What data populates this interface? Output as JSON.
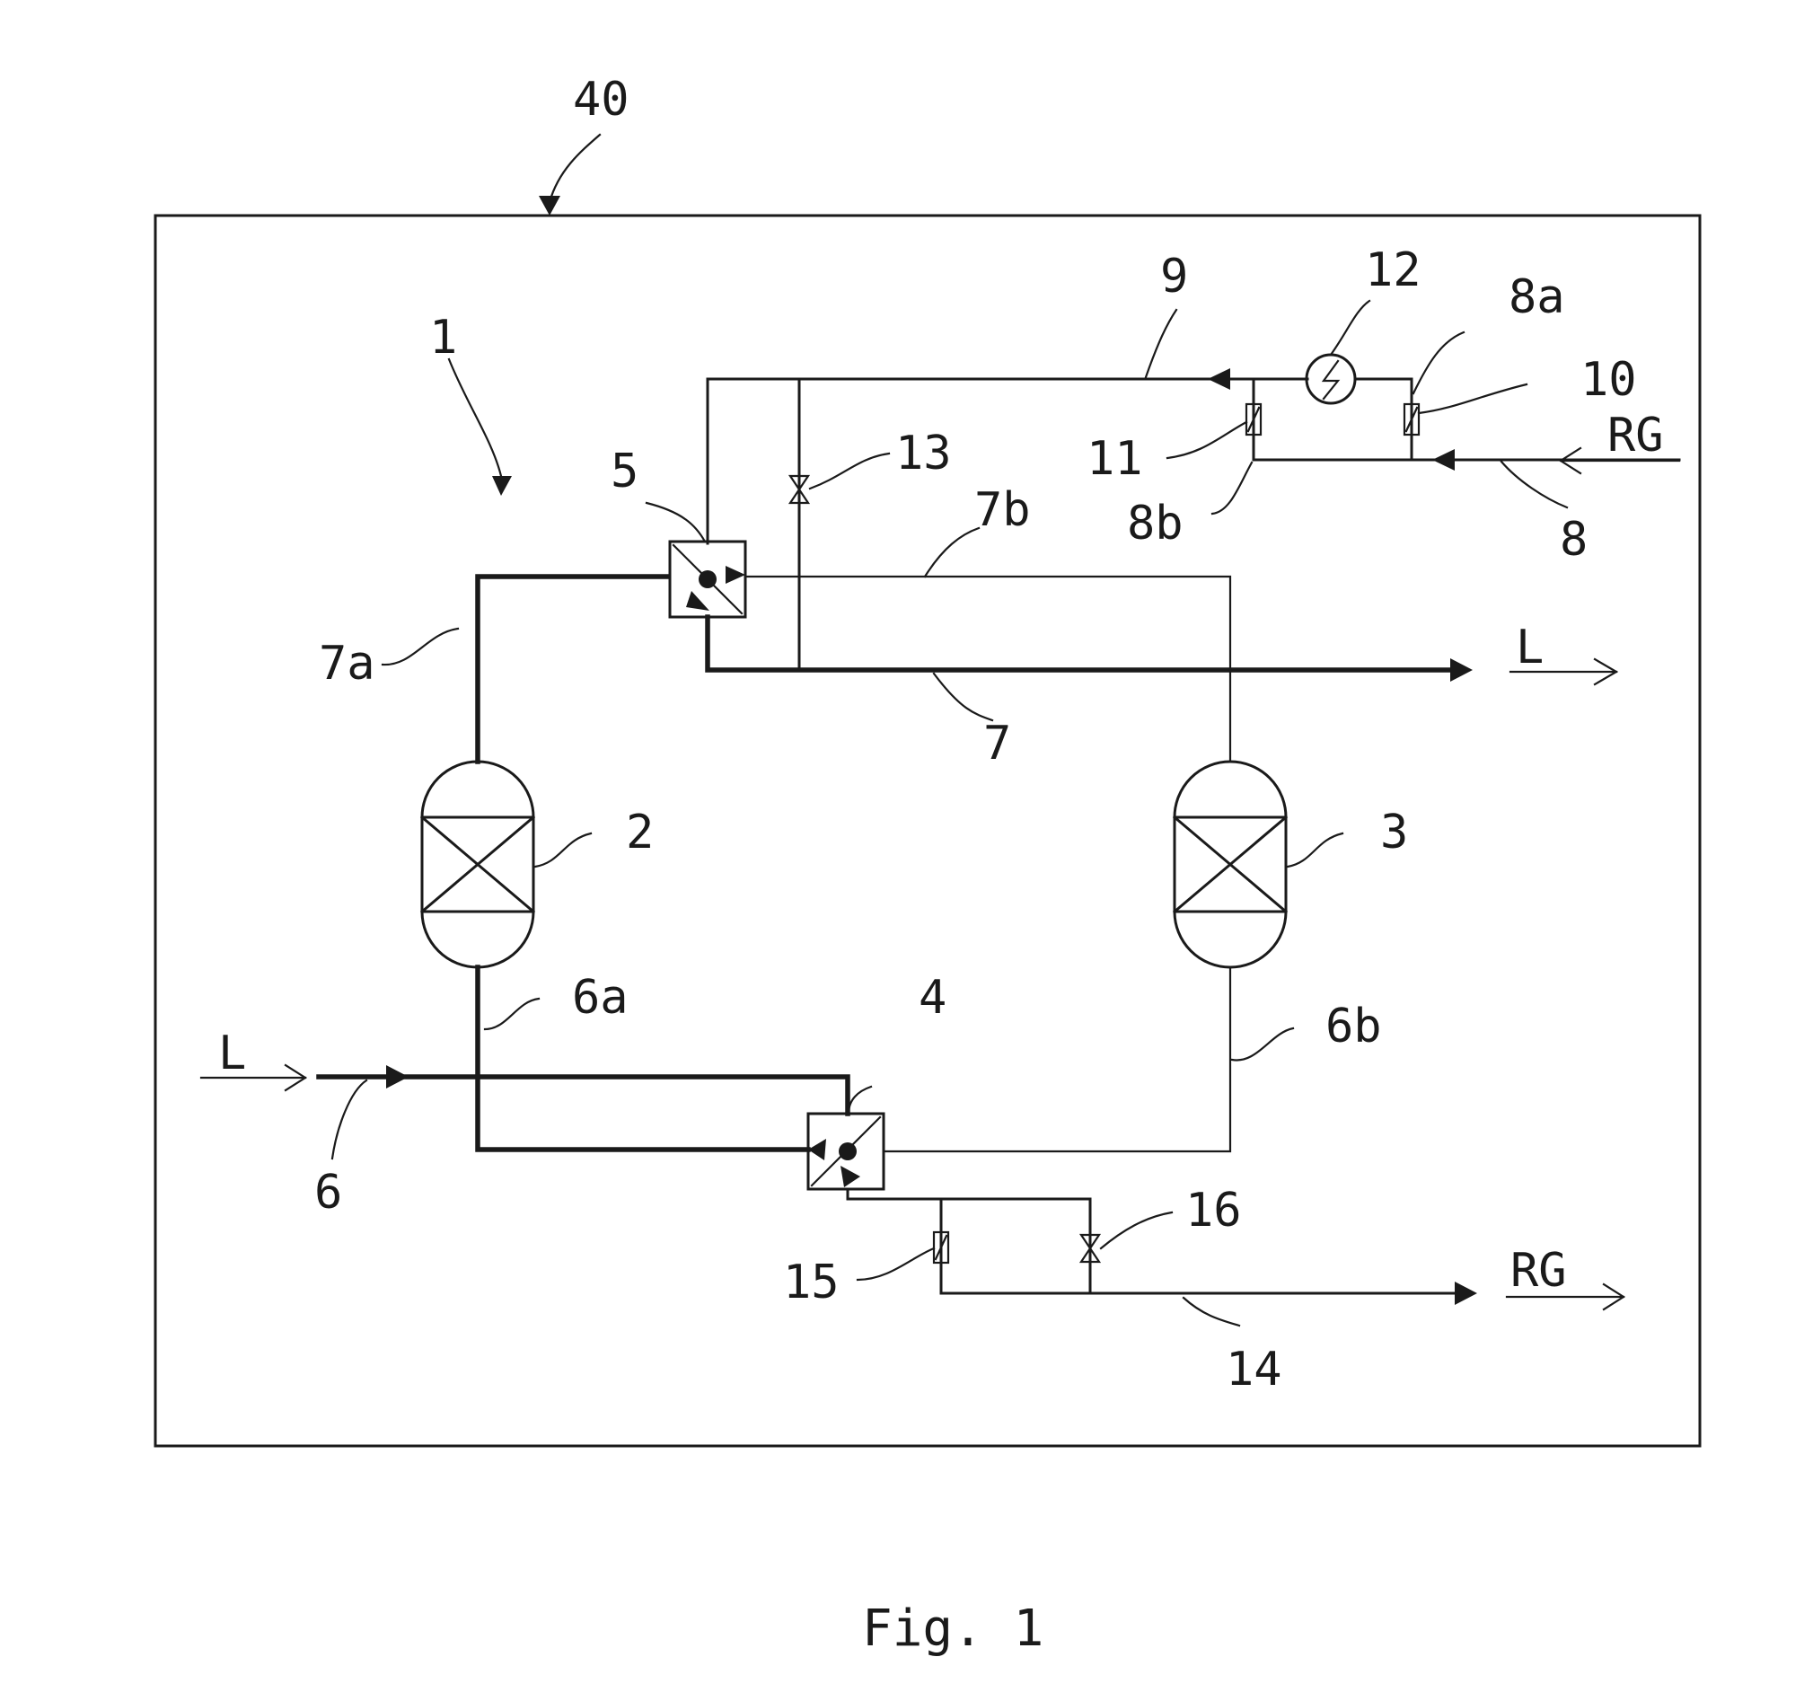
{
  "figure": {
    "caption": "Fig. 1"
  },
  "labels": {
    "system": "40",
    "device": "1",
    "adsorber_1": "2",
    "adsorber_2": "3",
    "valve_bottom": "4",
    "valve_top": "5",
    "line_inlet": "6",
    "line_6a": "6a",
    "line_6b": "6b",
    "line_outlet": "7",
    "line_7a": "7a",
    "line_7b": "7b",
    "line_regen": "8",
    "line_8a": "8a",
    "line_8b": "8b",
    "line_9": "9",
    "throttle_10": "10",
    "throttle_11": "11",
    "heater": "12",
    "valve_13": "13",
    "line_exhaust": "14",
    "throttle_15": "15",
    "valve_16": "16"
  },
  "flows": {
    "air_in": "L",
    "air_out": "L",
    "regen_gas_in": "RG",
    "regen_gas_out": "RG"
  }
}
